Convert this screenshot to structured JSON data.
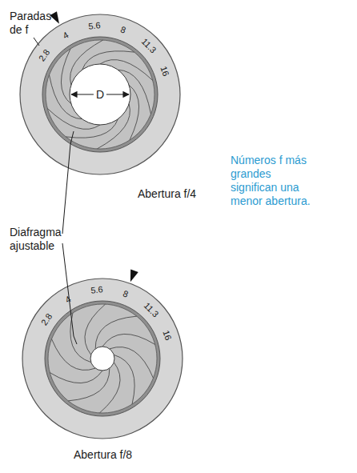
{
  "diagram": {
    "labels": [
      "Paradas de f",
      "2.8",
      "4",
      "5.6",
      "8",
      "11.3",
      "16",
      "D",
      "Números f más grandes significan una menor abertura.",
      "Abertura f/4",
      "Diafragma ajustable",
      "2.8",
      "4",
      "5.6",
      "8",
      "11.3",
      "16",
      "Abertura f/8"
    ]
  }
}
